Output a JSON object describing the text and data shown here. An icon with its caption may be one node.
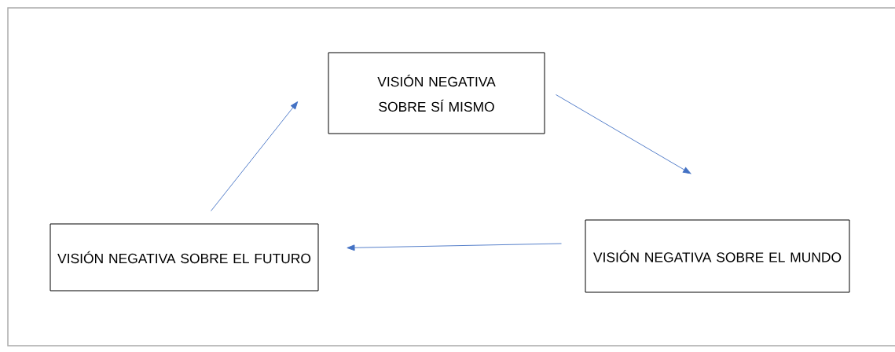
{
  "diagram": {
    "nodes": [
      {
        "text": [
          "VISIÓN NEGATIVA SOBRE SÍ MISMO"
        ]
      },
      {
        "text": [
          "VISIÓN NEGATIVA SOBRE EL MUNDO"
        ]
      },
      {
        "text": [
          "VISIÓN NEGATIVA SOBRE EL FUTURO"
        ]
      }
    ],
    "edges": [
      {
        "from": 0,
        "to": 1,
        "arrow": "to"
      },
      {
        "from": 1,
        "to": 2,
        "arrow": "to"
      },
      {
        "from": 2,
        "to": 0,
        "arrow": "to"
      }
    ]
  }
}
